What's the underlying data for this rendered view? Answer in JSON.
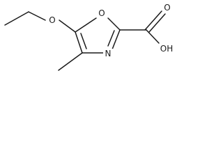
{
  "molecule": {
    "atoms": {
      "ring_oxygen": "O",
      "ether_oxygen": "O",
      "ring_nitrogen": "N",
      "carbonyl_oxygen": "O",
      "hydroxyl": "OH"
    },
    "colors": {
      "bond": "#1a1a1a",
      "background": "#ffffff"
    }
  }
}
